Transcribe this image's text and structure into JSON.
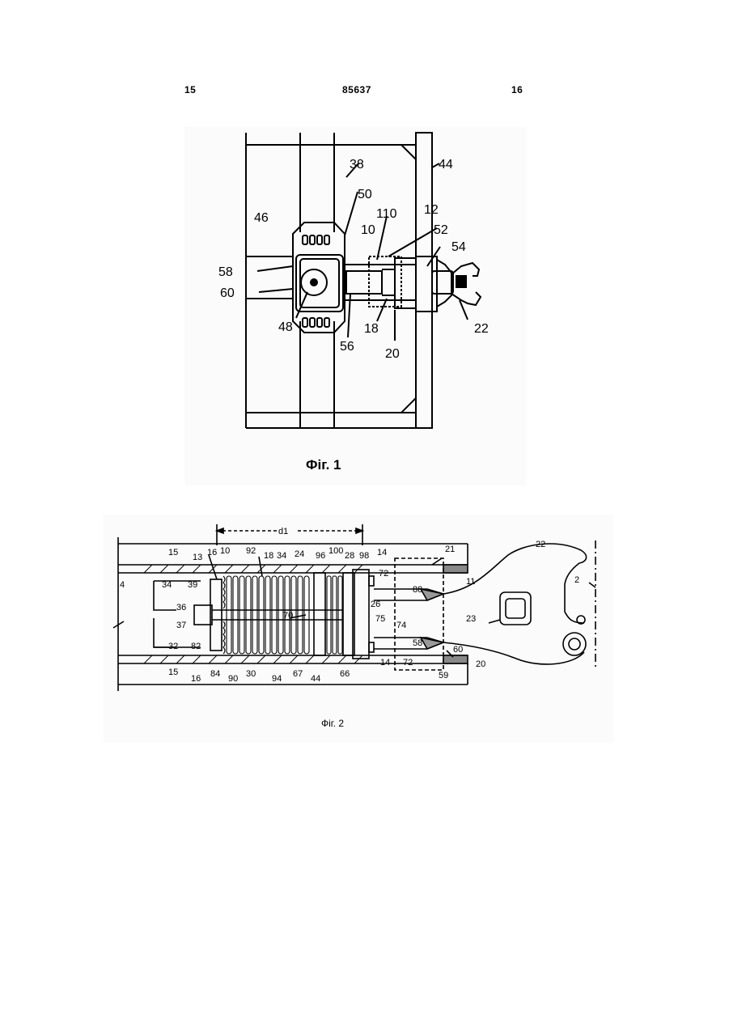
{
  "header": {
    "page_left": "15",
    "doc_number": "85637",
    "page_right": "16"
  },
  "figure1": {
    "caption": "Фіг. 1",
    "labels": [
      "38",
      "44",
      "50",
      "46",
      "110",
      "12",
      "10",
      "52",
      "54",
      "58",
      "60",
      "48",
      "56",
      "18",
      "22",
      "20"
    ]
  },
  "figure2": {
    "caption": "Фіг. 2",
    "labels": [
      "d1",
      "15",
      "13",
      "16",
      "10",
      "92",
      "18",
      "34",
      "24",
      "96",
      "100",
      "28",
      "98",
      "14",
      "21",
      "22",
      "4",
      "34",
      "39",
      "72",
      "11",
      "88",
      "2",
      "36",
      "70",
      "26",
      "75",
      "23",
      "37",
      "74",
      "32",
      "82",
      "58",
      "60",
      "15",
      "16",
      "84",
      "90",
      "30",
      "94",
      "67",
      "44",
      "66",
      "14",
      "72",
      "20",
      "59"
    ]
  }
}
